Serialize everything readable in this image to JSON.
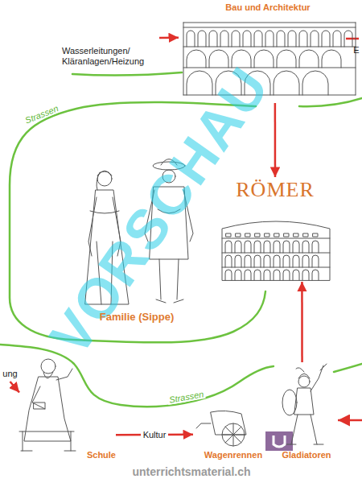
{
  "diagram": {
    "nodes": [
      {
        "text": [
          "Bau und Architektur"
        ]
      },
      {
        "text": [
          "Wasserleitungen/ Kläranlagen/Heizung"
        ]
      },
      {
        "text": [
          "RÖMER"
        ]
      },
      {
        "text": [
          "Familie (Sippe)"
        ]
      },
      {
        "text": [
          "ung"
        ]
      },
      {
        "text": [
          "Schule"
        ]
      },
      {
        "text": [
          "Wagenrennen"
        ]
      },
      {
        "text": [
          "Gladiatoren"
        ]
      }
    ],
    "edges": [
      {
        "from": 1,
        "to": 0,
        "arrow": "to"
      },
      {
        "from": 0,
        "to": 2,
        "arrow": "to"
      },
      {
        "from": 7,
        "to": 2,
        "arrow": "to"
      },
      {
        "from": 4,
        "to": 5,
        "arrow": "to"
      },
      {
        "from": 5,
        "to": 6,
        "label": "Kultur",
        "arrow": "to"
      }
    ],
    "labels": [
      "Strassen",
      "Strassen",
      "E",
      "VORSCHAU",
      "unterrichtsmaterial.ch"
    ]
  }
}
